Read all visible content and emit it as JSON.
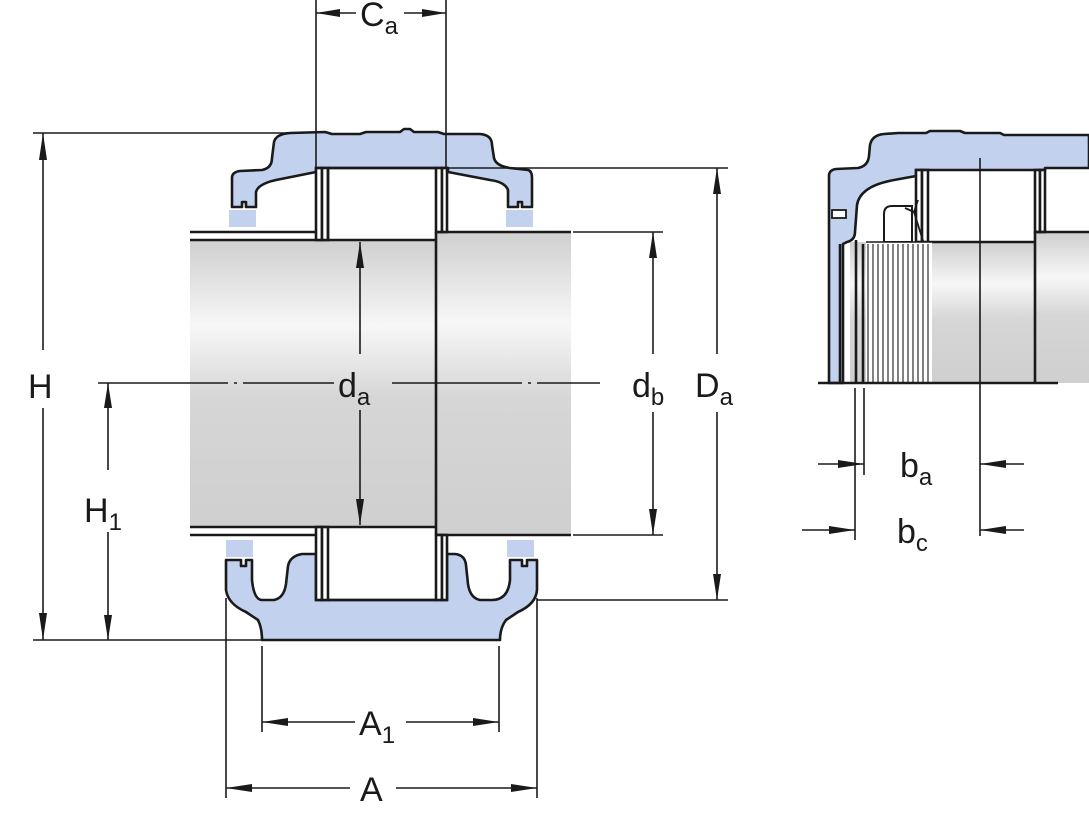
{
  "diagram": {
    "title": "Bearing housing unit dimension drawing",
    "colors": {
      "housing": "#c2d1ee",
      "shaft_light": "#f7f7f7",
      "shaft_dark": "#cfcfcf",
      "line": "#1a1a1a"
    },
    "labels": {
      "Ca": {
        "main": "C",
        "sub": "a"
      },
      "H": {
        "main": "H",
        "sub": ""
      },
      "H1": {
        "main": "H",
        "sub": "1"
      },
      "da": {
        "main": "d",
        "sub": "a"
      },
      "db": {
        "main": "d",
        "sub": "b"
      },
      "Da": {
        "main": "D",
        "sub": "a"
      },
      "A1": {
        "main": "A",
        "sub": "1"
      },
      "A": {
        "main": "A",
        "sub": ""
      },
      "ba": {
        "main": "b",
        "sub": "a"
      },
      "bc": {
        "main": "b",
        "sub": "c"
      }
    },
    "views": [
      "main-section-view",
      "detail-section-view"
    ]
  }
}
